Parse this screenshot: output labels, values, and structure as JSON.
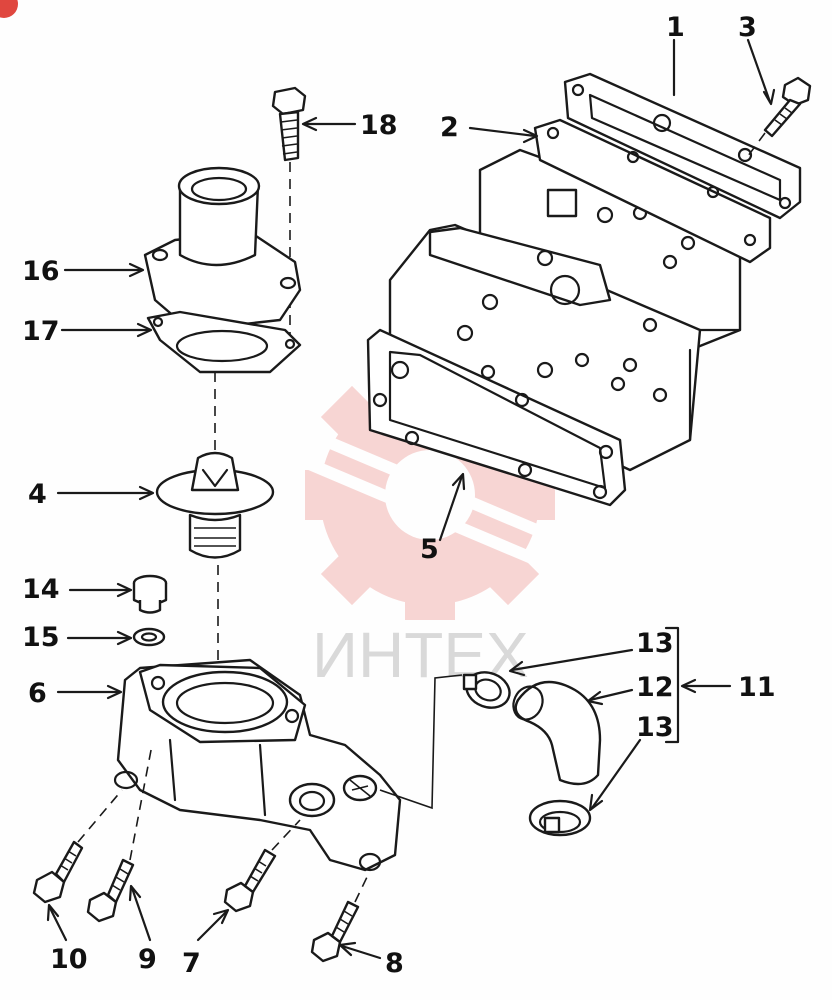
{
  "watermark": {
    "text": "ИНТЕХ",
    "color": "#e0473f"
  },
  "callouts": [
    {
      "id": "1",
      "text": "1"
    },
    {
      "id": "2",
      "text": "2"
    },
    {
      "id": "3",
      "text": "3"
    },
    {
      "id": "4",
      "text": "4"
    },
    {
      "id": "5",
      "text": "5"
    },
    {
      "id": "6",
      "text": "6"
    },
    {
      "id": "7",
      "text": "7"
    },
    {
      "id": "8",
      "text": "8"
    },
    {
      "id": "9",
      "text": "9"
    },
    {
      "id": "10",
      "text": "10"
    },
    {
      "id": "11",
      "text": "11"
    },
    {
      "id": "12",
      "text": "12"
    },
    {
      "id": "13a",
      "text": "13"
    },
    {
      "id": "13b",
      "text": "13"
    },
    {
      "id": "14",
      "text": "14"
    },
    {
      "id": "15",
      "text": "15"
    },
    {
      "id": "16",
      "text": "16"
    },
    {
      "id": "17",
      "text": "17"
    },
    {
      "id": "18",
      "text": "18"
    }
  ]
}
